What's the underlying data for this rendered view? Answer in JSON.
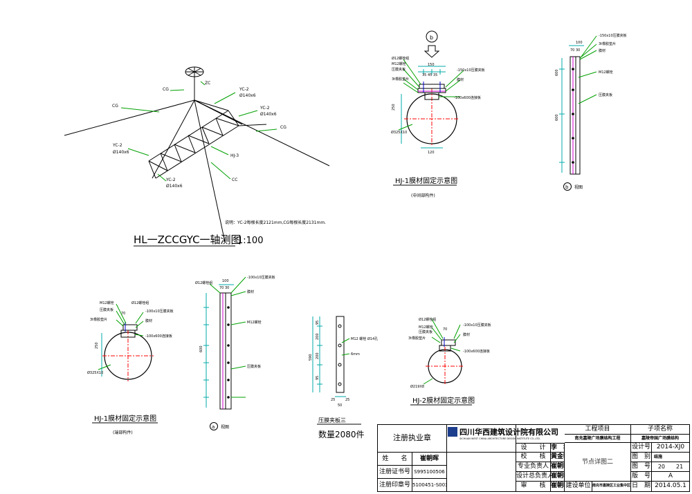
{
  "main_diagram": {
    "title": "HL一ZCCGYC一轴测图",
    "scale": "1:100",
    "note": "说明：YC-2每根长度2121mm,CG每根长度2131mm.",
    "labels": {
      "cg_left": "CG",
      "cg_top": "CG",
      "zc": "ZC",
      "yc2_top": "YC-2",
      "yc2_top_spec": "Ø140x6",
      "yc2_mid": "YC-2",
      "yc2_mid_spec": "Ø140x6",
      "cg_right": "CG",
      "yc2_left": "YC-2",
      "yc2_left_spec": "Ø140x6",
      "hj3": "HJ-3",
      "yc2_bottom": "YC-2",
      "yc2_bottom_spec": "Ø140x6",
      "cc": "CC"
    }
  },
  "detail_mid": {
    "marker": "b",
    "title": "HJ-1膜材固定示意图",
    "subtitle": "(中间部构件)",
    "labels": {
      "bolt": "Ø12螺栓组",
      "m12": "M12螺栓",
      "plate": "压膜夹板",
      "rubber": "3t橡胶垫片",
      "dim150": "150",
      "dims": "35 45 35",
      "pressure": "-150x10压膜夹板",
      "membrane": "膜材",
      "dim250": "250",
      "pipe_plate": "-100x600连接板",
      "pipe": "Ø325X10",
      "dim120": "120"
    }
  },
  "detail_b_view": {
    "marker": "b",
    "title": "视图",
    "labels": {
      "dim100": "100",
      "dim70_30": "70 30",
      "pressure": "-150x10压膜夹板",
      "rubber": "3t橡胶垫片",
      "membrane": "膜材",
      "m12": "M12螺栓",
      "plate": "压膜夹板",
      "dim_side1": "600",
      "dim_side2": "600"
    }
  },
  "detail_end": {
    "title": "HJ-1膜材固定示意图",
    "subtitle": "(端部构件)",
    "labels": {
      "m12": "M12螺栓",
      "plate": "压膜夹板",
      "dim70": "70",
      "rubber": "3t橡胶垫片",
      "bolt12": "Ø12螺栓组",
      "pressure": "-100x10压膜夹板",
      "membrane": "膜材",
      "dim250": "250",
      "pipe_plate": "-100x600连接板",
      "pipe": "Ø325X10"
    }
  },
  "detail_a_view": {
    "marker": "a",
    "title": "视图",
    "labels": {
      "bolt": "Ø12螺栓组",
      "dim100": "100",
      "dim70_30": "70 30",
      "pressure": "-100x10压膜夹板",
      "membrane": "膜材",
      "m12": "M12螺栓",
      "plate": "压膜夹板",
      "dim_side": "600"
    }
  },
  "plate_three": {
    "title": "压膜夹板三",
    "count": "数量2080件",
    "labels": {
      "m12": "M12 螺栓 Ø14孔",
      "dim6": "6mm",
      "dim590": "590",
      "dims": [
        "95",
        "200",
        "200",
        "95"
      ],
      "w25a": "25",
      "w25b": "25",
      "w50": "50"
    }
  },
  "detail_hj2": {
    "title": "HJ-2膜材固定示意图",
    "labels": {
      "bolt": "Ø12螺栓组",
      "m12": "M12螺栓",
      "plate": "压膜夹板",
      "rubber": "3t橡胶垫片",
      "dim70": "70",
      "pressure": "-100x10压膜夹板",
      "membrane": "膜材",
      "pipe_plate": "-100x600连接板",
      "pipe": "Ø219X8"
    }
  },
  "title_block": {
    "stamp_header": "注册执业章",
    "rows": [
      {
        "label": "姓　　名",
        "value": "崔朝晖"
      },
      {
        "label": "注册证书号",
        "value": "S995100506"
      },
      {
        "label": "注册印章号",
        "value": "5100451-S003"
      }
    ],
    "company_cn": "四川华西建筑设计院有限公司",
    "company_en": "SICHUAN WEST CHINA ARCHITECTURE DESIGN INSTITUTE CO.,LTD.",
    "staff": [
      {
        "role": "设　　计",
        "sig": "李　华"
      },
      {
        "role": "校　　核",
        "sig": "黄金明"
      },
      {
        "role": "专业负责人",
        "sig": "崔朝晖"
      },
      {
        "role": "设计总负责人",
        "sig": "崔朝晖"
      },
      {
        "role": "审　　核",
        "sig": "崔朝晖"
      }
    ],
    "project_header": "工程项目",
    "project_name": "南充嘉陵广场膜结构工程",
    "drawing_name": "节点详图二",
    "client_label": "建设单位",
    "client_name": "南充市嘉陵区工业集中区管委会",
    "sub_header": "子项名称",
    "sub_name": "嘉陵帝国广场膜结构",
    "meta": [
      {
        "label": "设计号",
        "value": "2014-XJ0"
      },
      {
        "label": "图　别",
        "value": "结施"
      },
      {
        "label": "图　号",
        "value": "20　　21"
      },
      {
        "label": "版　号",
        "value": "A"
      },
      {
        "label": "日　期",
        "value": "2014.05.1"
      }
    ]
  },
  "colors": {
    "line": "#000000",
    "leader": "#00a000",
    "dim": "#00aaaa",
    "accent": "#cc00cc",
    "center": "#ff0000",
    "blue": "#0000cc",
    "red_text": "#cc0000"
  }
}
